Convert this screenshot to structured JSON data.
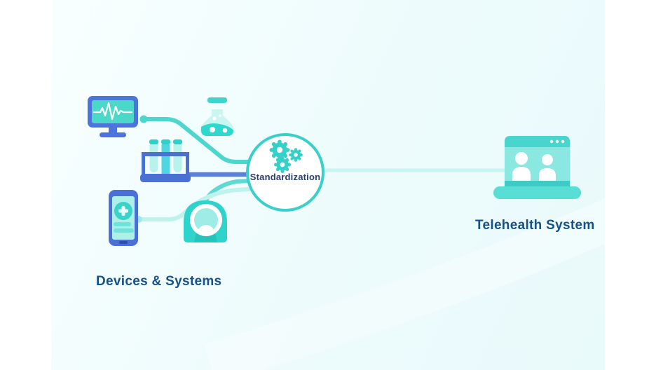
{
  "labels": {
    "devices": "Devices & Systems",
    "standardization": "Standardization",
    "telehealth": "Telehealth System"
  },
  "icons": {
    "left_group": [
      "ecg-monitor-icon",
      "lab-flask-icon",
      "test-tube-rack-icon",
      "medical-phone-icon",
      "mri-scanner-icon"
    ],
    "hub": "gears-icon",
    "right_group": "video-call-laptop-icon"
  },
  "colors": {
    "teal": "#3ad2c9",
    "teal_light": "#7fe6de",
    "teal_pale": "#c8f5f0",
    "cyan_tube": "#4fd6e0",
    "device_blue": "#4c72d8",
    "label_navy": "#15518a",
    "hub_text_navy": "#2b4070",
    "background_tint": "#edfbfc"
  }
}
